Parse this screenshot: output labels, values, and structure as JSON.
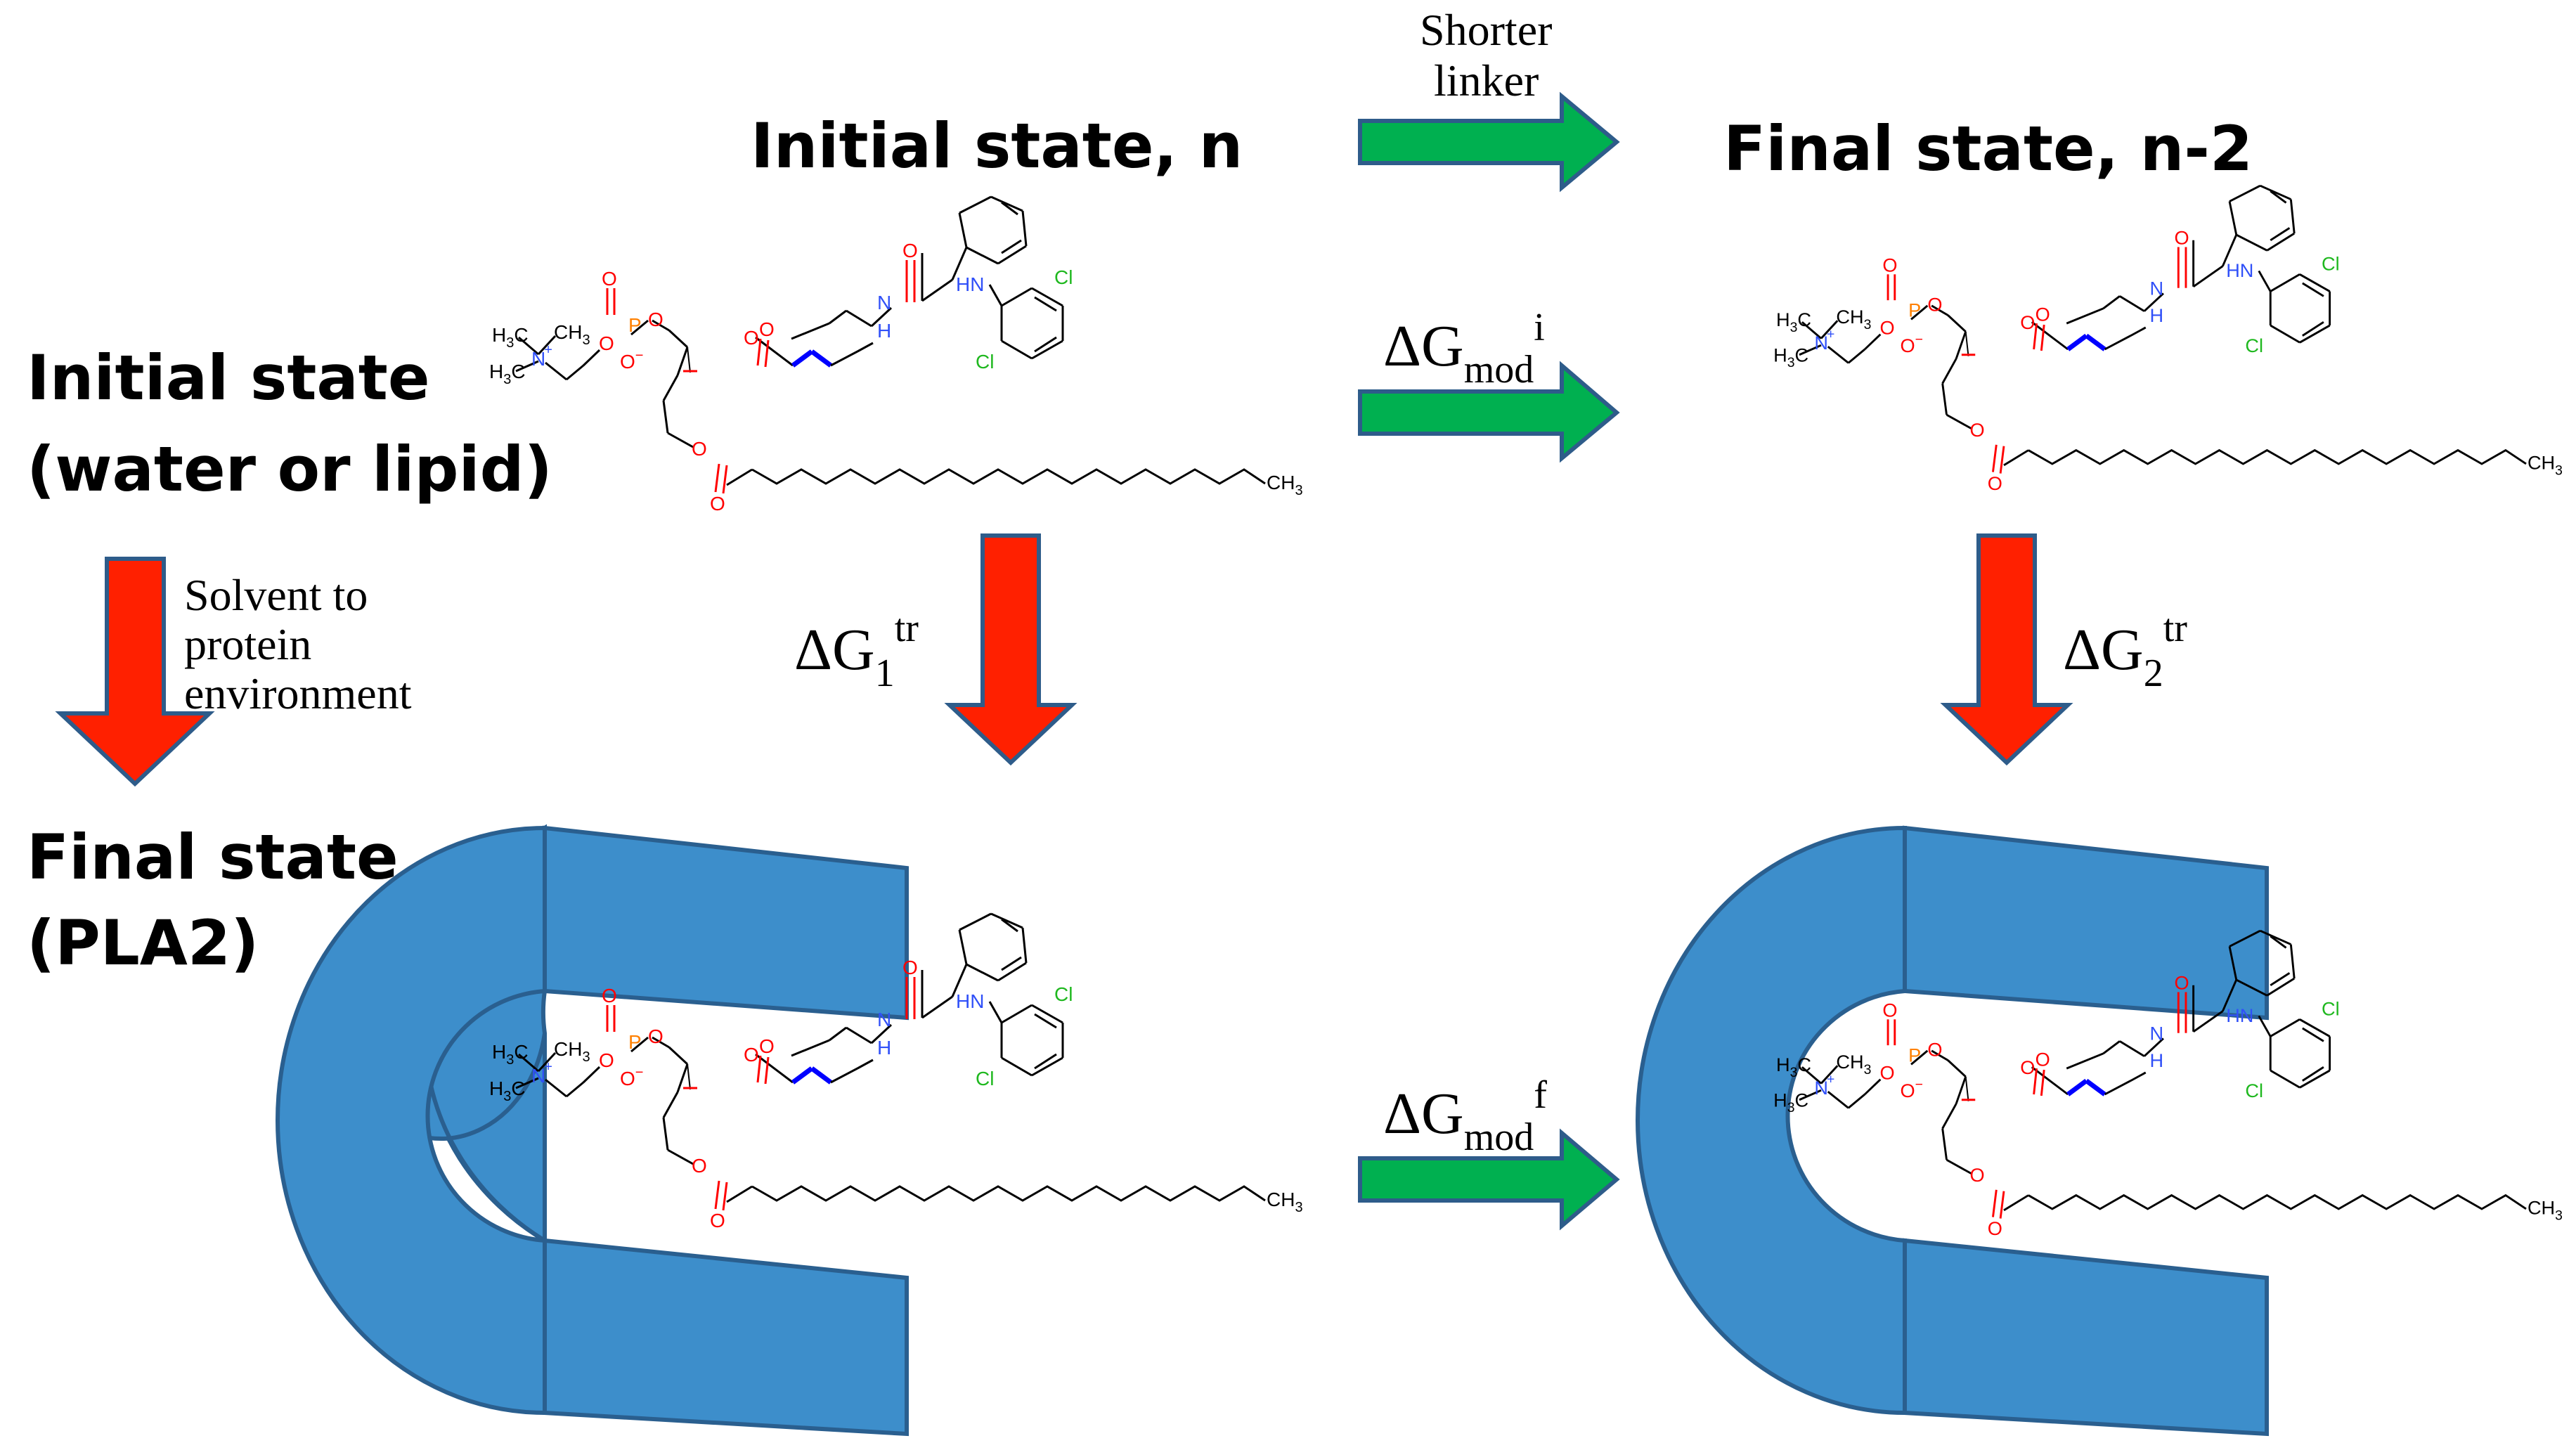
{
  "headings": {
    "initial_n": "Initial state, n",
    "final_n2": "Final state, n-2",
    "initial_env_line1": "Initial state",
    "initial_env_line2": "(water or lipid)",
    "final_env_line1": "Final state",
    "final_env_line2": "(PLA2)"
  },
  "arrow_labels": {
    "shorter_linker_line1": "Shorter",
    "shorter_linker_line2": "linker",
    "solvent_line1": "Solvent to",
    "solvent_line2": "protein",
    "solvent_line3": "environment",
    "dg_mod_i": {
      "main": "ΔG",
      "sub": "mod",
      "sup": "i"
    },
    "dg_mod_f": {
      "main": "ΔG",
      "sub": "mod",
      "sup": "f"
    },
    "dg1_tr": {
      "main": "ΔG",
      "sub": "1",
      "sup": "tr"
    },
    "dg2_tr": {
      "main": "ΔG",
      "sub": "2",
      "sup": "tr"
    }
  },
  "molecule": {
    "atoms": {
      "h3c_top": "H",
      "h3c_top_sub": "3",
      "h3c_top_c": "C",
      "ch3": "CH",
      "ch3_sub": "3",
      "n_plus": "N",
      "plus": "+",
      "h3c_bot": "H",
      "h3c_bot_sub": "3",
      "h3c_bot_c": "C",
      "o": "O",
      "p": "P",
      "o_minus": "O",
      "minus": "−",
      "hn": "HN",
      "n": "N",
      "h": "H",
      "cl": "Cl",
      "ch3_end": "CH",
      "ch3_end_sub": "3"
    }
  },
  "colors": {
    "green_arrow": "#00b050",
    "red_arrow": "#ff2000",
    "arrow_stroke": "#2e5c8a",
    "protein": "#3d8ecb",
    "protein_stroke": "#2a5f8f",
    "oxygen": "#ff0000",
    "phosphorus": "#ff8000",
    "nitrogen": "#3050f8",
    "chlorine": "#1fb81f",
    "linker_highlight": "#0000ff"
  }
}
